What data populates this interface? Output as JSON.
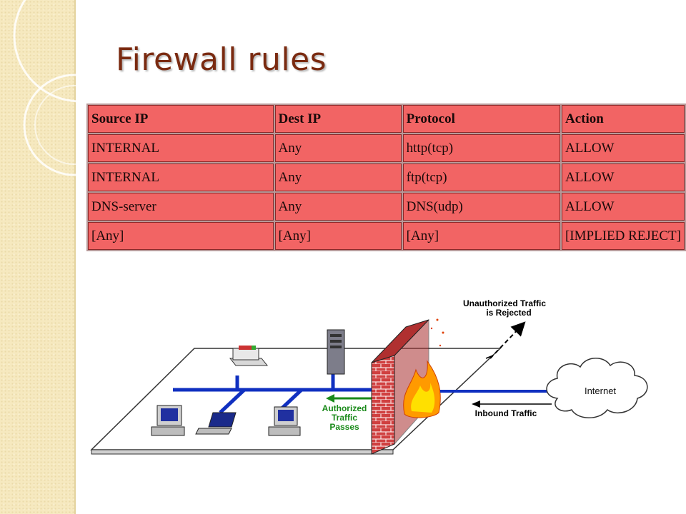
{
  "slide": {
    "title": "Firewall rules"
  },
  "table": {
    "headers": [
      "Source IP",
      "Dest IP",
      "Protocol",
      "Action"
    ],
    "rows": [
      [
        "INTERNAL",
        "Any",
        "http(tcp)",
        "ALLOW"
      ],
      [
        "INTERNAL",
        "Any",
        "ftp(tcp)",
        "ALLOW"
      ],
      [
        "DNS-server",
        "Any",
        "DNS(udp)",
        "ALLOW"
      ],
      [
        "[Any]",
        "[Any]",
        "[Any]",
        "[IMPLIED REJECT]"
      ]
    ]
  },
  "diagram": {
    "rejected_line1": "Unauthorized Traffic",
    "rejected_line2": "is Rejected",
    "authorized_line1": "Authorized",
    "authorized_line2": "Traffic",
    "authorized_line3": "Passes",
    "inbound": "Inbound Traffic",
    "internet": "Internet"
  },
  "colors": {
    "title": "#7a2a10",
    "table_cell": "#f26464",
    "network_bus": "#1030c0",
    "authorized_label": "#1a8a1a",
    "wall_brick": "#d04040"
  }
}
